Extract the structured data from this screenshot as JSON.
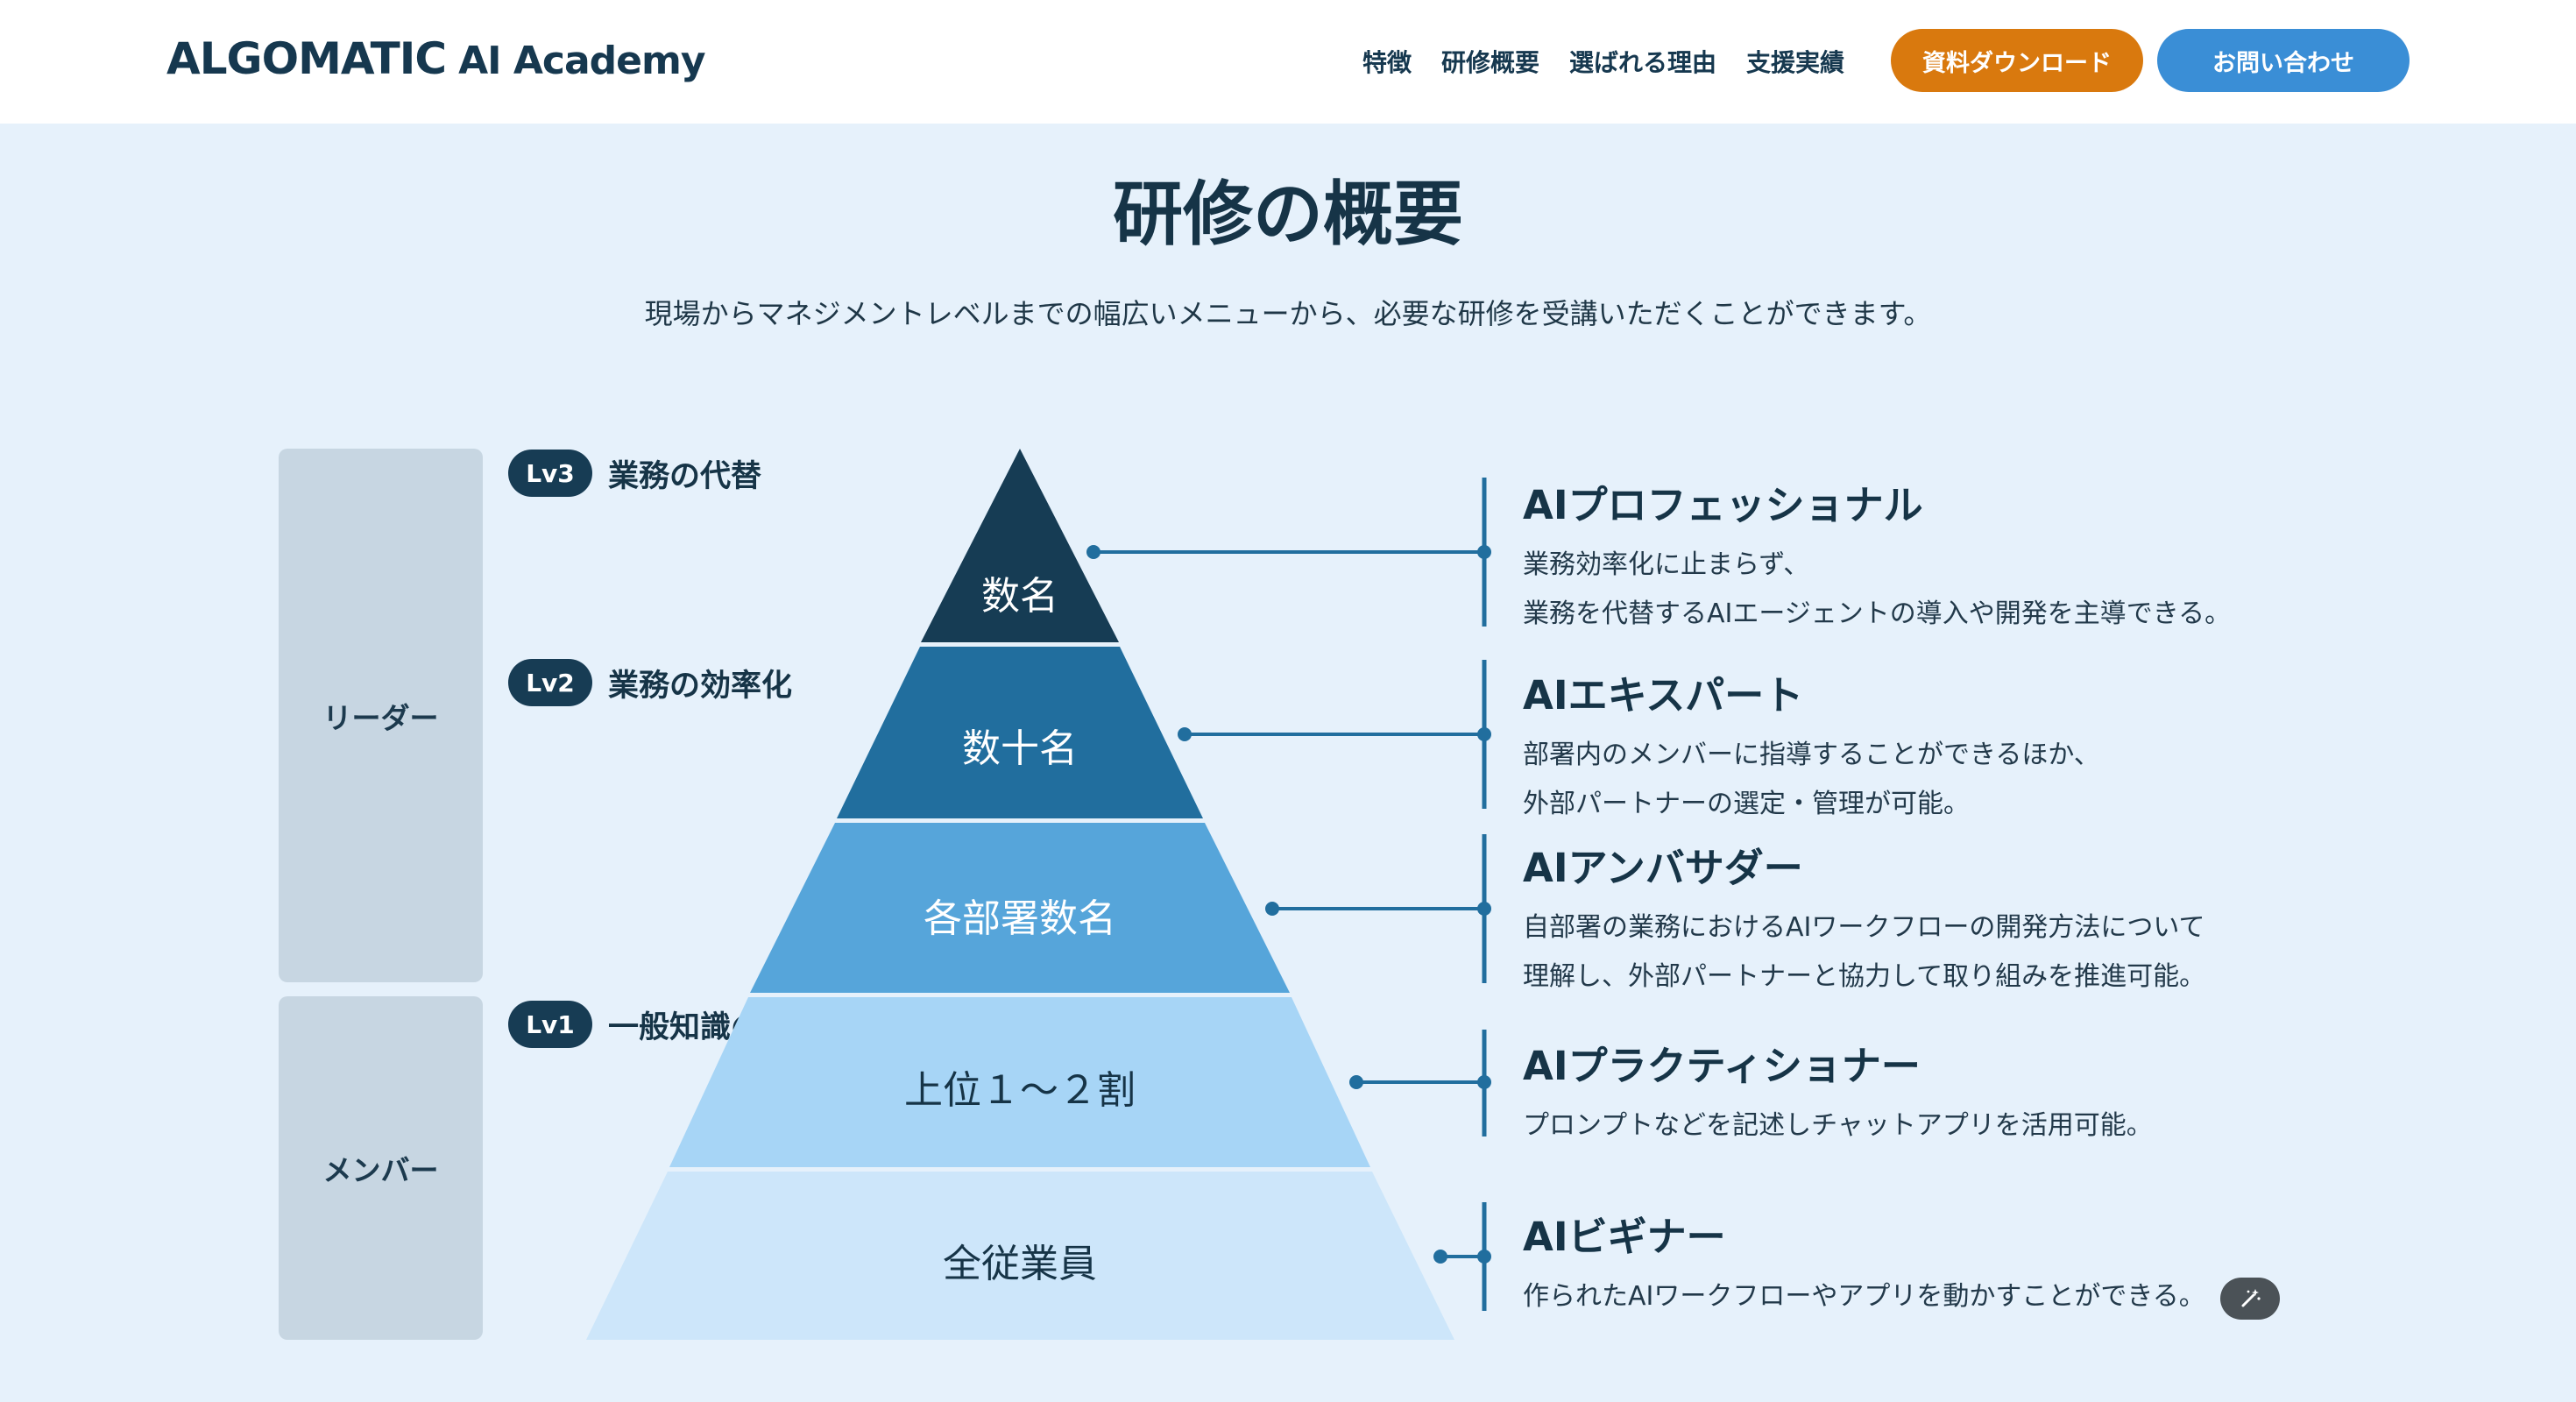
{
  "header": {
    "logo_main": "ALGOMATIC",
    "logo_sub": "AI Academy",
    "nav": [
      "特徴",
      "研修概要",
      "選ばれる理由",
      "支援実績"
    ],
    "download_label": "資料ダウンロード",
    "contact_label": "お問い合わせ",
    "download_color": "#d9790e",
    "contact_color": "#3a8ed6"
  },
  "section": {
    "title": "研修の概要",
    "subtitle": "現場からマネジメントレベルまでの幅広いメニューから、必要な研修を受講いただくことができます。"
  },
  "groups": {
    "leader": "リーダー",
    "member": "メンバー"
  },
  "levels": [
    {
      "badge": "Lv3",
      "text": "業務の代替"
    },
    {
      "badge": "Lv2",
      "text": "業務の効率化"
    },
    {
      "badge": "Lv1",
      "text": "一般知識の取得"
    }
  ],
  "pyramid": [
    {
      "label": "数名",
      "color": "#163c54",
      "text_color": "#ffffff"
    },
    {
      "label": "数十名",
      "color": "#216e9e",
      "text_color": "#ffffff"
    },
    {
      "label": "各部署数名",
      "color": "#56a5da",
      "text_color": "#ffffff"
    },
    {
      "label": "上位１〜２割",
      "color": "#a7d5f6",
      "text_color": "#163447"
    },
    {
      "label": "全従業員",
      "color": "#cde6fa",
      "text_color": "#163447"
    }
  ],
  "connector_color": "#216e9e",
  "descriptions": [
    {
      "title": "AIプロフェッショナル",
      "lines": [
        "業務効率化に止まらず、",
        "業務を代替するAIエージェントの導入や開発を主導できる。"
      ]
    },
    {
      "title": "AIエキスパート",
      "lines": [
        "部署内のメンバーに指導することができるほか、",
        "外部パートナーの選定・管理が可能。"
      ]
    },
    {
      "title": "AIアンバサダー",
      "lines": [
        "自部署の業務におけるAIワークフローの開発方法について",
        "理解し、外部パートナーと協力して取り組みを推進可能。"
      ]
    },
    {
      "title": "AIプラクティショナー",
      "lines": [
        "プロンプトなどを記述しチャットアプリを活用可能。"
      ]
    },
    {
      "title": "AIビギナー",
      "lines": [
        "作られたAIワークフローやアプリを動かすことができる。"
      ]
    }
  ],
  "fab_icon": "magic-wand-icon"
}
